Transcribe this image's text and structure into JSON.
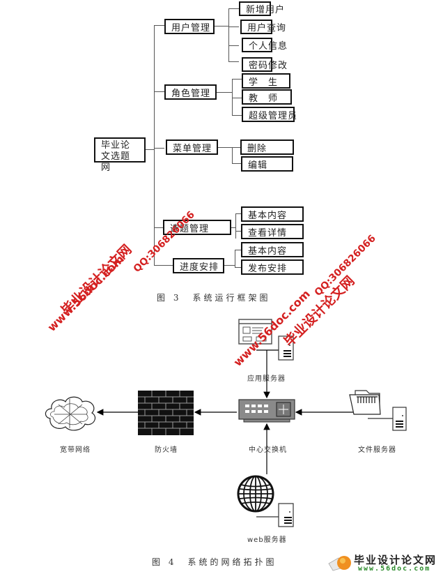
{
  "figure3": {
    "root": "毕业论文选题网",
    "branches": [
      {
        "label": "用户管理",
        "children": [
          "新增用户",
          "用户查询",
          "个人信息",
          "密码修改"
        ]
      },
      {
        "label": "角色管理",
        "children": [
          "学　生",
          "教　师",
          "超级管理员"
        ]
      },
      {
        "label": "菜单管理",
        "children": [
          "删除",
          "编辑"
        ]
      },
      {
        "label": "选题管理",
        "children": [
          "基本内容",
          "查看详情"
        ]
      },
      {
        "label": "进度安排",
        "children": [
          "基本内容",
          "发布安排"
        ]
      }
    ],
    "caption": "图 3　系统运行框架图"
  },
  "figure4": {
    "nodes": {
      "app_server": "应用服务器",
      "switch": "中心交换机",
      "firewall": "防火墙",
      "internet": "宽带网络",
      "file_server": "文件服务器",
      "web_server": "web服务器"
    },
    "caption": "图 4　系统的网络拓扑图"
  },
  "watermarks": {
    "site_name": "毕业设计论文网",
    "qq": "QQ:306826066",
    "url": "www.56doc.com"
  },
  "footer_logo": {
    "title": "毕业设计论文网",
    "url": "www.56doc.com"
  },
  "colors": {
    "watermark": "#d42020",
    "logo_url": "#2a8a2a"
  }
}
